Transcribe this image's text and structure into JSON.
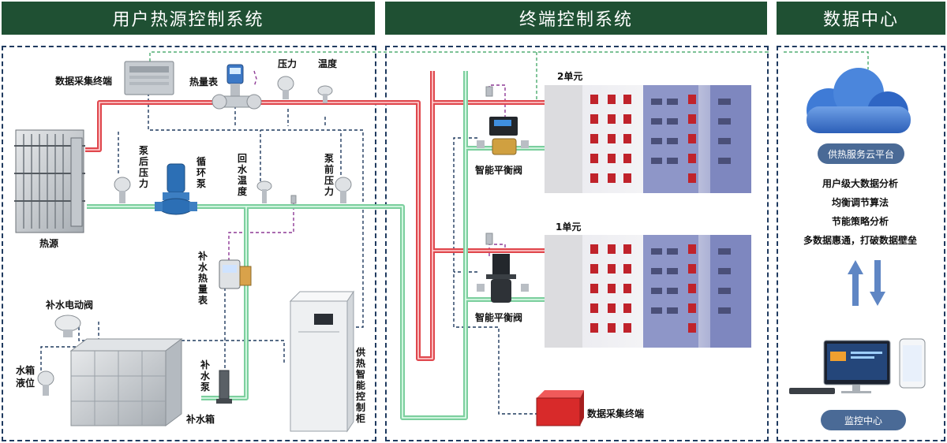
{
  "headers": {
    "source_system": "用户热源控制系统",
    "terminal_system": "终端控制系统",
    "data_center": "数据中心"
  },
  "source": {
    "data_terminal": "数据采集终端",
    "heat_meter": "热量表",
    "pressure": "压力",
    "temperature": "温度",
    "pump_after_pressure": "泵后压力",
    "circulation_pump": "循环泵",
    "return_temperature": "回水温度",
    "pump_before_pressure": "泵前压力",
    "heat_source": "热源",
    "makeup_heat_meter": "补水热量表",
    "makeup_valve": "补水电动阀",
    "tank_level": "水箱液位",
    "makeup_pump": "补水泵",
    "makeup_tank": "补水箱",
    "control_cabinet": "供热智能控制柜"
  },
  "terminal": {
    "unit2": "2单元",
    "unit1": "1单元",
    "valve_upper": "智能平衡阀",
    "valve_lower": "智能平衡阀",
    "data_terminal": "数据采集终端"
  },
  "center": {
    "cloud_platform": "供热服务云平台",
    "features": [
      "用户级大数据分析",
      "均衡调节算法",
      "节能策略分析",
      "多数据惠通，打破数据壁垒"
    ],
    "monitor_center": "监控中心"
  },
  "colors": {
    "header_bg": "#1f5033",
    "supply_pipe": "#e0474d",
    "return_pipe": "#7ccf9e",
    "signal_green": "#2e9e58",
    "signal_navy": "#1f3a5f",
    "signal_purple": "#8e3a96",
    "pill": "#4a6a96"
  }
}
